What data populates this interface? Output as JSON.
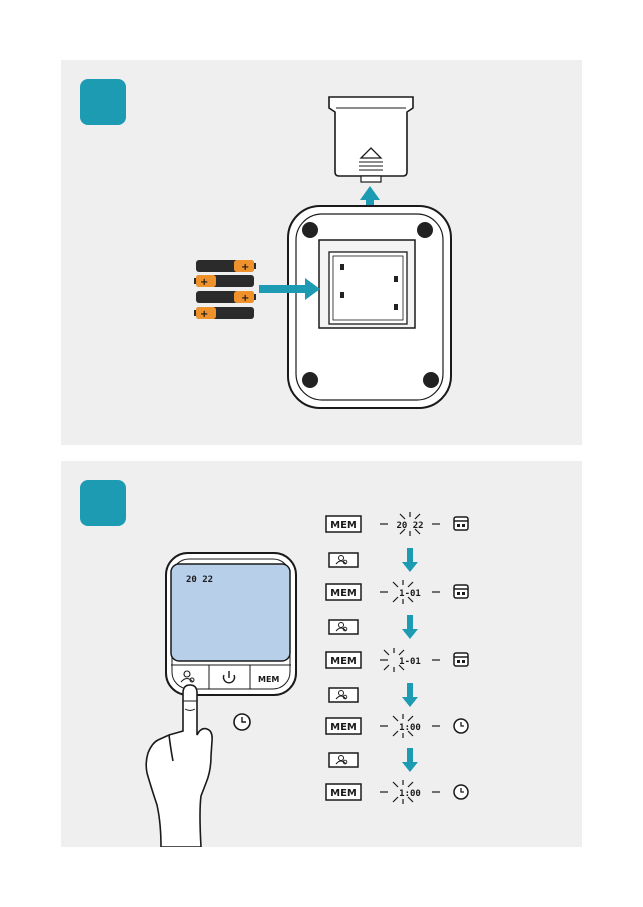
{
  "steps": [
    {
      "id": "step-1"
    },
    {
      "id": "step-2"
    }
  ],
  "colors": {
    "accent": "#1c9bb3",
    "battery_plus": "#f0922b",
    "lcd": "#b7cfe9"
  },
  "device": {
    "screen_year": "20 22",
    "buttons": {
      "user_icon": "user-icon",
      "power_icon": "power-icon",
      "mem_label": "MEM"
    }
  },
  "sequence": [
    {
      "button": "MEM",
      "display": "20 22",
      "icon": "calendar-icon"
    },
    {
      "button": "user",
      "arrow": "down"
    },
    {
      "button": "MEM",
      "display": "1-01",
      "icon": "calendar-icon"
    },
    {
      "button": "user",
      "arrow": "down"
    },
    {
      "button": "MEM",
      "display": "1-01",
      "icon": "calendar-icon"
    },
    {
      "button": "user",
      "arrow": "down"
    },
    {
      "button": "MEM",
      "display": "1:00",
      "icon": "clock-icon"
    },
    {
      "button": "user",
      "arrow": "down"
    },
    {
      "button": "MEM",
      "display": "1:00",
      "icon": "clock-icon"
    }
  ]
}
